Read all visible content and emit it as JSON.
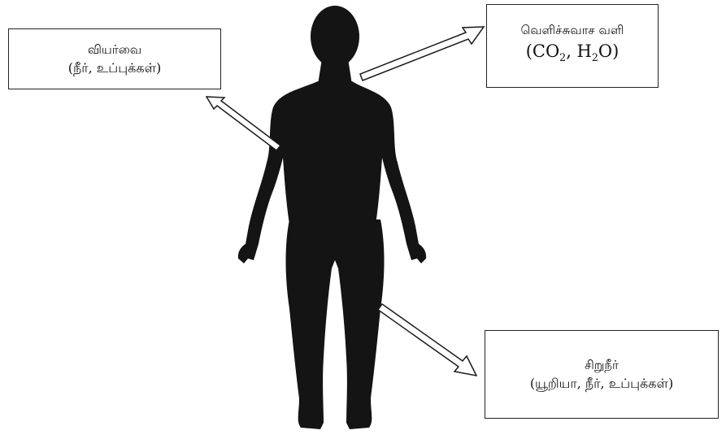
{
  "diagram": {
    "sweat": {
      "title": "வியர்வை",
      "detail": "(நீர், உப்புக்கள்)"
    },
    "exhaled_air": {
      "title": "வெளிச்சுவாச வளி",
      "formula_open": "(CO",
      "sub_1": "2",
      "formula_mid": ", H",
      "sub_2": "2",
      "formula_close": "O)"
    },
    "urine": {
      "title": "சிறுநீர்",
      "detail": "(யூறியா, நீர், உப்புக்கள்)"
    }
  },
  "colors": {
    "silhouette": "#141414",
    "arrow_fill": "#ffffff",
    "arrow_stroke": "#1a1a1a"
  }
}
